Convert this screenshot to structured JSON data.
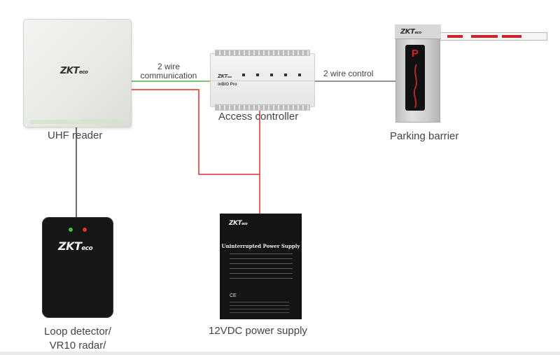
{
  "devices": {
    "uhf_reader": {
      "label": "UHF reader",
      "logo": "ZKT",
      "logo_suffix": "eco"
    },
    "access_controller": {
      "label": "Access controller",
      "logo": "ZKT",
      "logo_suffix": "eco",
      "model_text": "inBIO Pro"
    },
    "parking_barrier": {
      "label": "Parking barrier",
      "logo": "ZKT",
      "logo_suffix": "eco",
      "panel_letter": "P"
    },
    "loop_detector": {
      "label_line1": "Loop detector/",
      "label_line2": "VR10 radar/",
      "logo": "ZKT",
      "logo_suffix": "eco"
    },
    "power_supply": {
      "label": "12VDC power supply",
      "logo": "ZKT",
      "logo_suffix": "eco",
      "title": "Uninterrupted Power Supply",
      "ce_mark": "CE"
    }
  },
  "connections": {
    "reader_to_controller": {
      "line1": "2 wire",
      "line2": "communication"
    },
    "controller_to_barrier": {
      "label": "2 wire control"
    }
  },
  "colors": {
    "communication_wire": "#7dc76d",
    "power_wire": "#d9342b",
    "control_wire": "#6f6f6f",
    "loop_wire": "#6a6a6a",
    "barrier_arm_stripe": "#c8242b",
    "led_green": "#3ec23e",
    "led_red": "#e0302a"
  }
}
